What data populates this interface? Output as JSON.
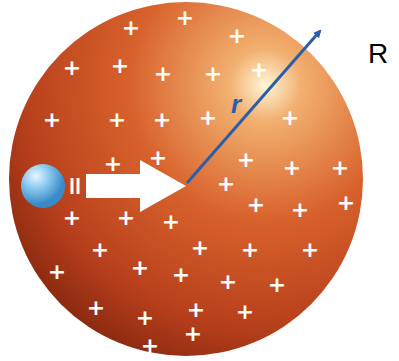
{
  "diagram": {
    "labels": [
      "+",
      "+",
      "+",
      "+",
      "+",
      "+",
      "+",
      "+",
      "+",
      "+",
      "+",
      "+",
      "+",
      "+",
      "+",
      "+",
      "+",
      "+",
      "+",
      "+",
      "+",
      "+",
      "+",
      "+",
      "+",
      "+",
      "+",
      "+",
      "+",
      "+",
      "+",
      "+",
      "+",
      "+",
      "+",
      "+",
      "+",
      "+",
      "+",
      "+",
      "r",
      "R"
    ]
  }
}
